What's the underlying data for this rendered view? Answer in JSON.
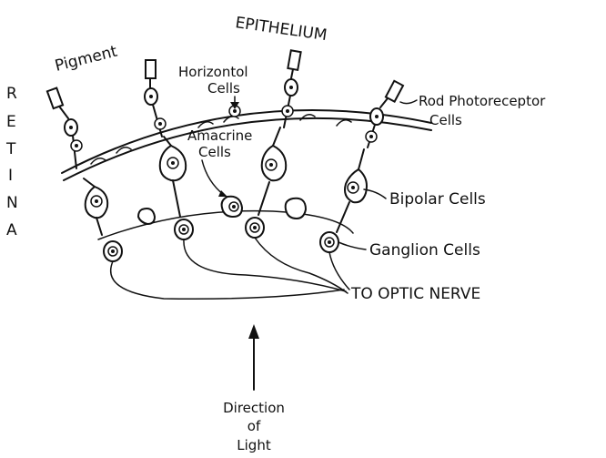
{
  "labels": {
    "pigment": "Pigment",
    "epithelium": "EPITHELIUM",
    "retina": [
      "R",
      "E",
      "T",
      "I",
      "N",
      "A"
    ],
    "horizontal_line1": "Horizontol",
    "horizontal_line2": "Cells",
    "amacrine_line1": "Amacrine",
    "amacrine_line2": "Cells",
    "rod_line1": "Rod Photoreceptor",
    "rod_line2": "Cells",
    "bipolar": "Bipolar Cells",
    "ganglion": "Ganglion Cells",
    "optic_nerve": "TO OPTIC NERVE",
    "light_line1": "Direction",
    "light_line2": "of",
    "light_line3": "Light"
  }
}
